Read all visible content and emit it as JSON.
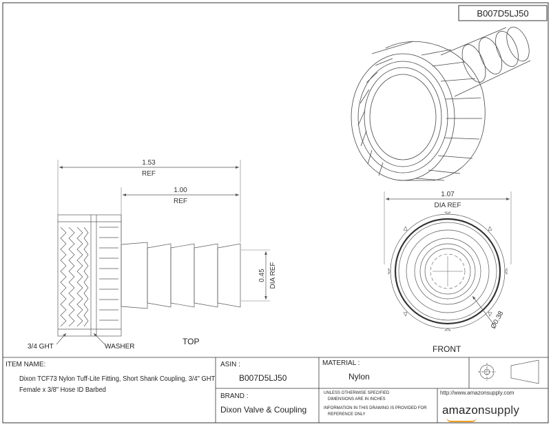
{
  "sheet": {
    "part_number": "B007D5LJ50"
  },
  "views": {
    "top": {
      "label": "TOP",
      "dim_overall": "1.53",
      "dim_overall_ref": "REF",
      "dim_shank": "1.00",
      "dim_shank_ref": "REF",
      "dim_barb": "0.45",
      "dim_barb_ref": "DIA REF",
      "callout_thread": "3/4 GHT",
      "callout_washer": "WASHER"
    },
    "front": {
      "label": "FRONT",
      "dim_diameter": "1.07",
      "dim_diameter_ref": "DIA REF",
      "dim_bore": "Ø0.38"
    }
  },
  "title_block": {
    "item_name_label": "ITEM NAME:",
    "item_name_line1": "Dixon TCF73 Nylon Tuff-Lite Fitting, Short Shank Coupling, 3/4\" GHT",
    "item_name_line2": "Female x 3/8\" Hose ID Barbed",
    "asin_label": "ASIN :",
    "asin_value": "B007D5LJ50",
    "material_label": "MATERIAL :",
    "material_value": "Nylon",
    "brand_label": "BRAND :",
    "brand_value": "Dixon Valve & Coupling",
    "note_line1": "UNLESS OTHERWISE SPECIFIED",
    "note_line2": "DIMENSIONS ARE IN INCHES",
    "note_line3": "INFORMATION IN THIS DRAWING IS PROVIDED FOR",
    "note_line4": "REFERENCE ONLY",
    "url": "http://www.amazonsupply.com",
    "logo_left": "amazon",
    "logo_right": "supply"
  }
}
